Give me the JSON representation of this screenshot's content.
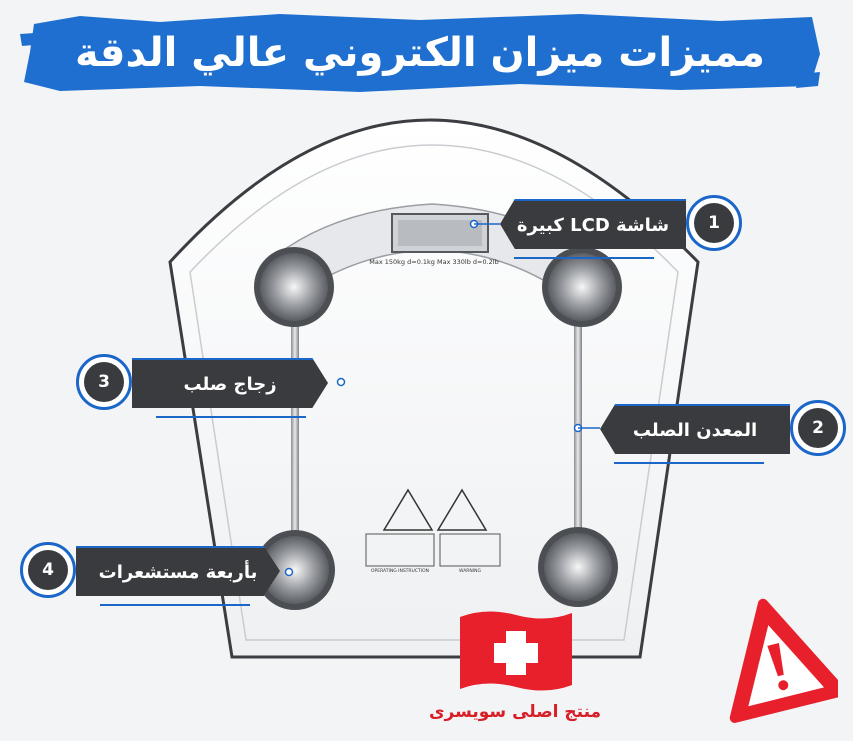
{
  "header": {
    "title": "مميزات ميزان الكتروني عالي الدقة",
    "bg_color": "#1f6fd1"
  },
  "scale": {
    "spec_text": "Max 150kg d=0.1kg Max 330lb d=0.2lb",
    "instruction_label": "OPERATING INSTRUCTION",
    "warning_label": "WARNING"
  },
  "features": [
    {
      "number": "1",
      "label": "شاشة LCD كبيرة"
    },
    {
      "number": "2",
      "label": "المعدن الصلب"
    },
    {
      "number": "3",
      "label": "زجاج صلب"
    },
    {
      "number": "4",
      "label": "بأربعة مستشعرات"
    }
  ],
  "badge": {
    "caption": "منتج اصلى سويسرى",
    "flag_color": "#e8202b",
    "icon": "swiss-flag-icon"
  },
  "warning": {
    "icon": "warning-triangle-icon",
    "color": "#e8202b"
  },
  "colors": {
    "accent_blue": "#1b66c9",
    "label_bg": "#3a3b3f"
  }
}
